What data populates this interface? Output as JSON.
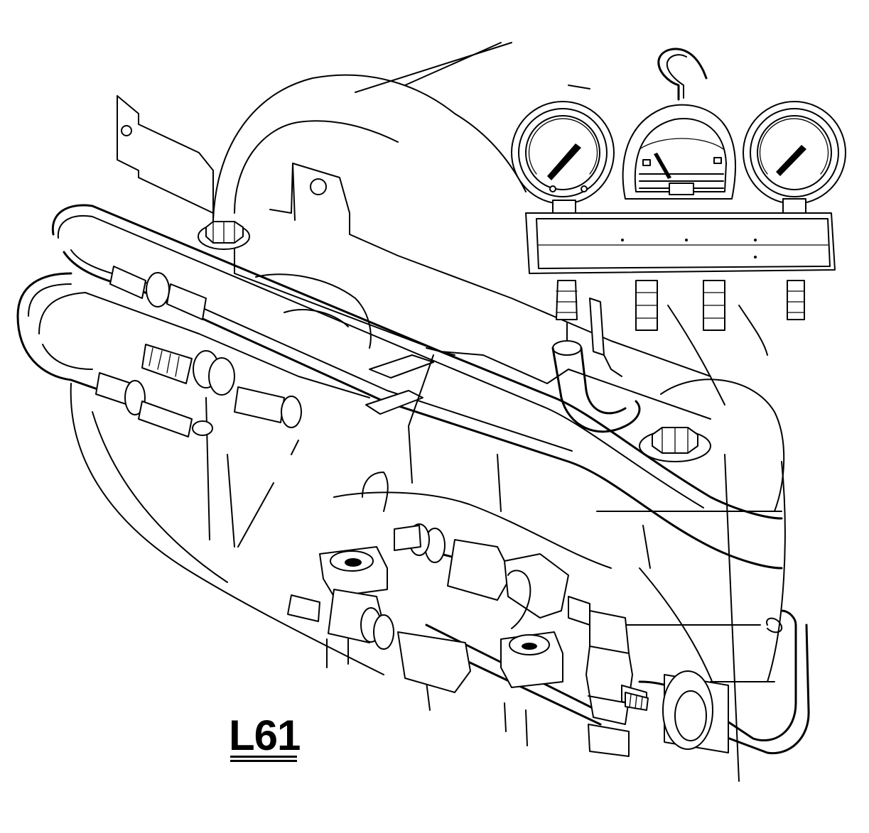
{
  "diagram": {
    "variant_label": "L61",
    "parts": {
      "gauge_set": [
        "hook",
        "low-side-gauge",
        "center-sight-gauge",
        "high-side-gauge",
        "manifold-body"
      ],
      "hoses": [
        "service-hose",
        "upper-lines",
        "lower-lines"
      ],
      "fittings": [
        "service-port-adapter",
        "upper-connector",
        "lower-connector"
      ]
    }
  }
}
